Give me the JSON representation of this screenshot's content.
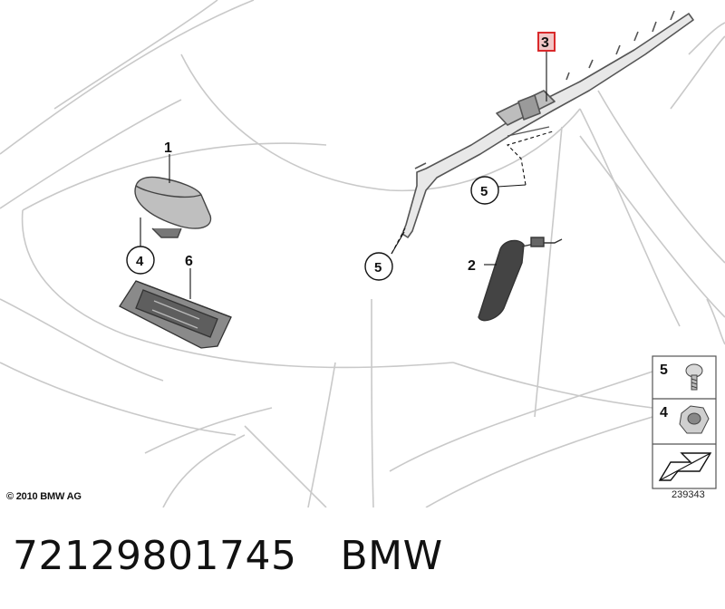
{
  "callouts": {
    "c1": "1",
    "c2": "2",
    "c3": "3",
    "c4": "4",
    "c5a": "5",
    "c5b": "5",
    "c6": "6"
  },
  "legend": {
    "item5": "5",
    "item4": "4"
  },
  "colors": {
    "line": "#c9c9c9",
    "part": "#555555",
    "highlight": "#d9292b",
    "highlight_fill": "#f1c6c6"
  },
  "copyright": "© 2010 BMW AG",
  "figure_number": "239343",
  "caption": {
    "part_number": "72129801745",
    "brand": "BMW"
  }
}
